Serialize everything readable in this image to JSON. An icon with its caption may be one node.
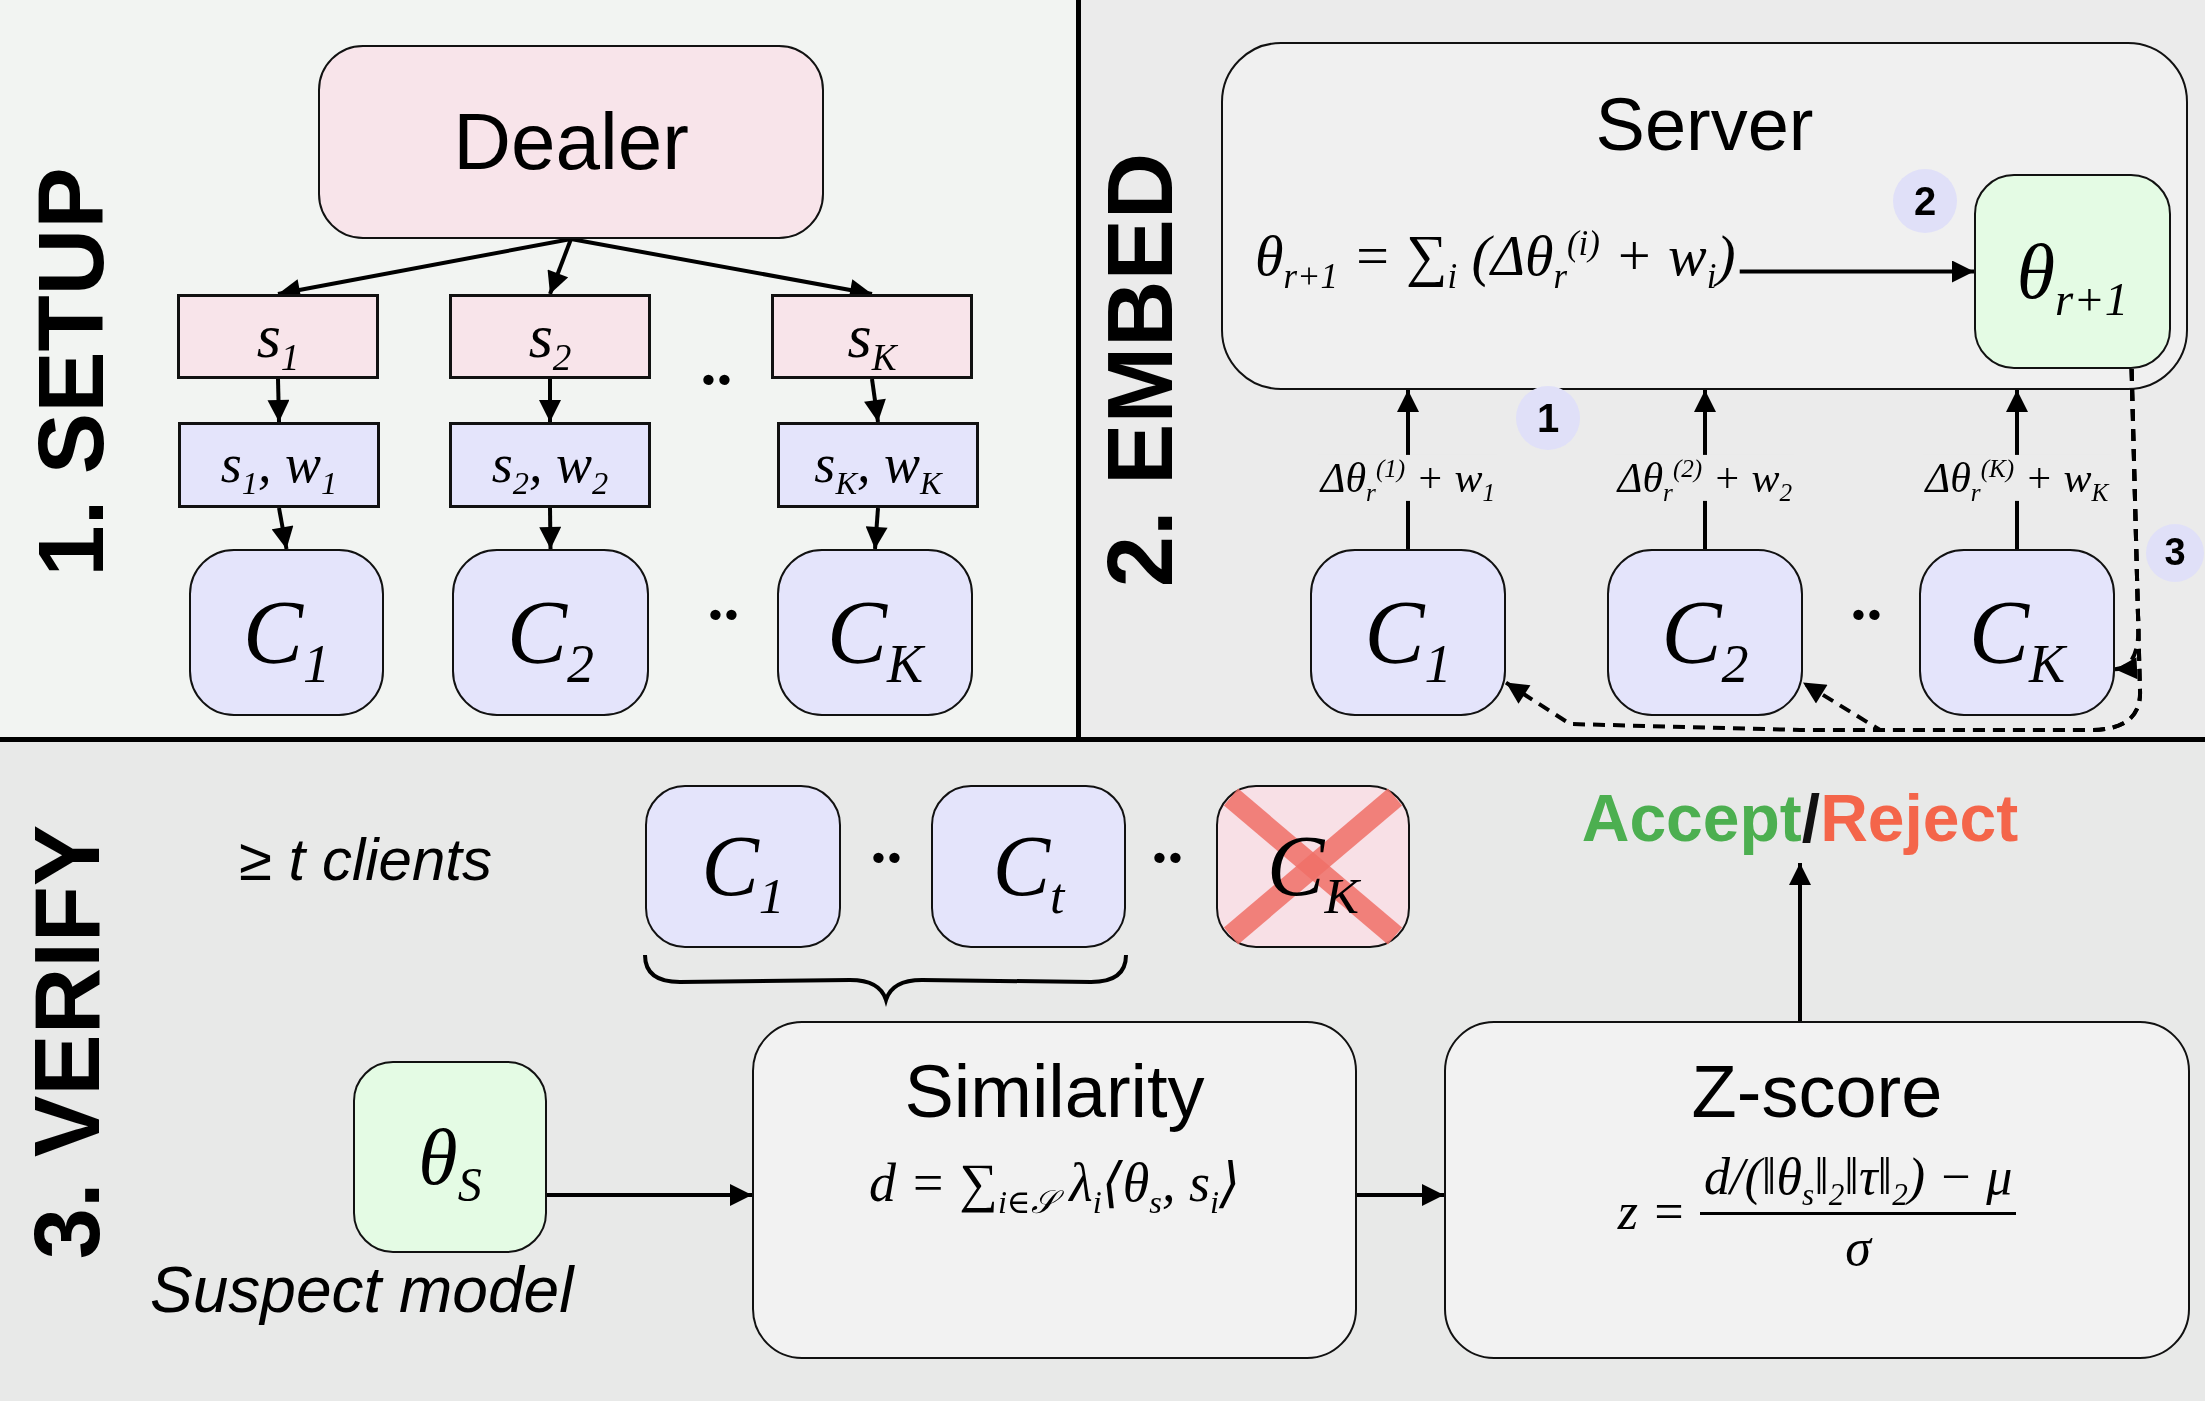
{
  "diagram": {
    "nodes": [
      {
        "text": [
          "1. SETUP"
        ]
      },
      {
        "text": [
          "Dealer"
        ],
        "in": 0
      },
      {
        "text": [
          "s$_{1}$"
        ],
        "in": 0
      },
      {
        "text": [
          "s$_{2}$"
        ],
        "in": 0
      },
      {
        "text": [
          "s$_{K}$"
        ],
        "in": 0
      },
      {
        "text": [
          "s$_{1}$, w$_{1}$"
        ],
        "in": 0
      },
      {
        "text": [
          "s$_{2}$, w$_{2}$"
        ],
        "in": 0
      },
      {
        "text": [
          "s$_{K}$, w$_{K}$"
        ],
        "in": 0
      },
      {
        "text": [
          "C$_{1}$"
        ],
        "in": 0
      },
      {
        "text": [
          "C$_{2}$"
        ],
        "in": 0
      },
      {
        "text": [
          "C$_{K}$"
        ],
        "in": 0
      },
      {
        "text": [
          "2. EMBED"
        ]
      },
      {
        "text": [
          "Server",
          "θ$_{r+1}$ = ∑$_{i}$ (Δθ$_{r}$$^{(i)}$ + w$_{i}$)"
        ],
        "in": 11
      },
      {
        "text": [
          "θ$_{r+1}$"
        ],
        "in": 12
      },
      {
        "text": [
          "2"
        ],
        "in": 12
      },
      {
        "text": [
          "C$_{1}$"
        ],
        "in": 11
      },
      {
        "text": [
          "C$_{2}$"
        ],
        "in": 11
      },
      {
        "text": [
          "C$_{K}$"
        ],
        "in": 11
      },
      {
        "text": [
          "1"
        ],
        "in": 11
      },
      {
        "text": [
          "3"
        ],
        "in": 11
      },
      {
        "text": [
          "3. VERIFY"
        ]
      },
      {
        "text": [
          "C$_{1}$"
        ],
        "in": 20
      },
      {
        "text": [
          "C$_{t}$"
        ],
        "in": 20
      },
      {
        "text": [
          "C$_{K}$"
        ],
        "in": 20
      },
      {
        "text": [
          "θ$_{S}$"
        ],
        "in": 20,
        "beside": [
          "Suspect model"
        ]
      },
      {
        "text": [
          "Similarity",
          "d = ∑$_{i∈𝒮}$ λ$_{i}$⟨θ$_{s}$, s$_{i}$⟩"
        ],
        "in": 20
      },
      {
        "text": [
          "Z-score",
          "z =",
          "d/(‖θ$_{s}$‖$_{2}$‖τ‖$_{2}$) − μ",
          "σ"
        ],
        "in": 20
      },
      {
        "text": [
          "Accept",
          "/",
          "Reject"
        ],
        "in": 20
      }
    ],
    "edges": [
      {
        "from": 1,
        "to": 2,
        "arrow": "to"
      },
      {
        "from": 1,
        "to": 3,
        "arrow": "to"
      },
      {
        "from": 1,
        "to": 4,
        "arrow": "to"
      },
      {
        "from": 2,
        "to": 5,
        "arrow": "to"
      },
      {
        "from": 3,
        "to": 6,
        "arrow": "to"
      },
      {
        "from": 4,
        "to": 7,
        "arrow": "to"
      },
      {
        "from": 5,
        "to": 8,
        "arrow": "to"
      },
      {
        "from": 6,
        "to": 9,
        "arrow": "to"
      },
      {
        "from": 7,
        "to": 10,
        "arrow": "to"
      },
      {
        "from": 15,
        "to": 12,
        "arrow": "to",
        "label": "Δθ$_{r}$$^{(1)}$ + w$_{1}$"
      },
      {
        "from": 16,
        "to": 12,
        "arrow": "to",
        "label": "Δθ$_{r}$$^{(2)}$ + w$_{2}$"
      },
      {
        "from": 17,
        "to": 12,
        "arrow": "to",
        "label": "Δθ$_{r}$$^{(K)}$ + w$_{K}$"
      },
      {
        "from": null,
        "to": 13,
        "arrow": "to"
      },
      {
        "from": 13,
        "to": 17,
        "arrow": "to",
        "style": "dashed"
      },
      {
        "from": 13,
        "to": 16,
        "arrow": "to",
        "style": "dashed"
      },
      {
        "from": 13,
        "to": 15,
        "arrow": "to",
        "style": "dashed"
      },
      {
        "from": 24,
        "to": 25,
        "arrow": "to"
      },
      {
        "from": 25,
        "to": 26,
        "arrow": "to"
      },
      {
        "from": 26,
        "to": 27,
        "arrow": "to"
      }
    ],
    "labels": [
      "··",
      "··",
      "··",
      "≥ t clients",
      "··",
      "··"
    ]
  }
}
